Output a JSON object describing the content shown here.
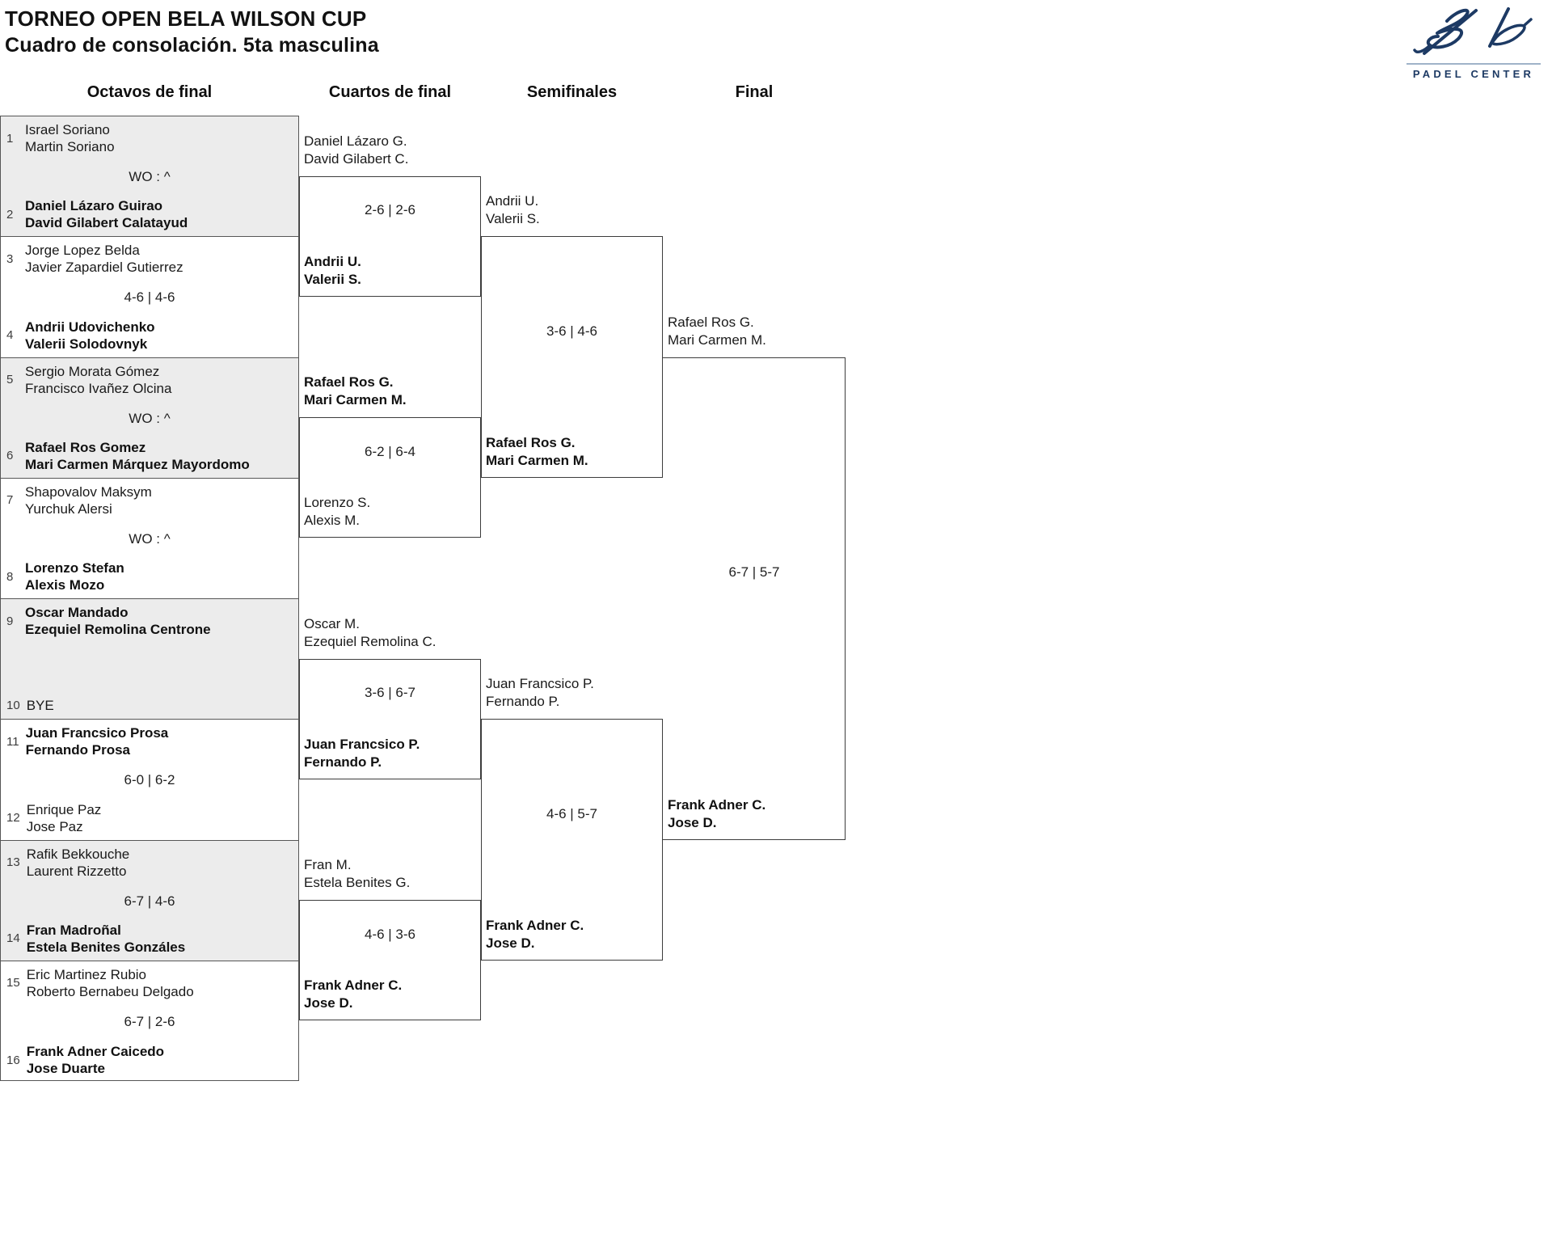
{
  "header": {
    "title": "TORNEO OPEN BELA WILSON CUP",
    "subtitle": "Cuadro de consolación. 5ta masculina",
    "logo_caption": "PADEL CENTER"
  },
  "columns": [
    "Octavos de final",
    "Cuartos de final",
    "Semifinales",
    "Final"
  ],
  "colors": {
    "logo_navy": "#1d3a64",
    "logo_underline": "#9fb3c8",
    "pair_shade": "#ececec"
  },
  "bracket": {
    "octavos": [
      {
        "top": {
          "seed": "1",
          "players": [
            "Israel Soriano",
            "Martin Soriano"
          ],
          "winner": false
        },
        "bottom": {
          "seed": "2",
          "players": [
            "Daniel Lázaro Guirao",
            "David Gilabert Calatayud"
          ],
          "winner": true
        },
        "score": "WO : ^"
      },
      {
        "top": {
          "seed": "3",
          "players": [
            "Jorge Lopez Belda",
            "Javier Zapardiel Gutierrez"
          ],
          "winner": false
        },
        "bottom": {
          "seed": "4",
          "players": [
            "Andrii Udovichenko",
            "Valerii Solodovnyk"
          ],
          "winner": true
        },
        "score": "4-6 | 4-6"
      },
      {
        "top": {
          "seed": "5",
          "players": [
            "Sergio Morata Gómez",
            "Francisco Ivañez Olcina"
          ],
          "winner": false
        },
        "bottom": {
          "seed": "6",
          "players": [
            "Rafael Ros Gomez",
            "Mari Carmen Márquez Mayordomo"
          ],
          "winner": true
        },
        "score": "WO : ^"
      },
      {
        "top": {
          "seed": "7",
          "players": [
            "Shapovalov Maksym",
            "Yurchuk Alersi"
          ],
          "winner": false
        },
        "bottom": {
          "seed": "8",
          "players": [
            "Lorenzo Stefan",
            "Alexis Mozo"
          ],
          "winner": true
        },
        "score": "WO : ^"
      },
      {
        "top": {
          "seed": "9",
          "players": [
            "Oscar Mandado",
            "Ezequiel Remolina Centrone"
          ],
          "winner": true
        },
        "bottom": {
          "seed": "10",
          "players": [
            "BYE"
          ],
          "winner": false
        },
        "score": ""
      },
      {
        "top": {
          "seed": "11",
          "players": [
            "Juan Francsico Prosa",
            "Fernando Prosa"
          ],
          "winner": true
        },
        "bottom": {
          "seed": "12",
          "players": [
            "Enrique Paz",
            "Jose Paz"
          ],
          "winner": false
        },
        "score": "6-0 | 6-2"
      },
      {
        "top": {
          "seed": "13",
          "players": [
            "Rafik Bekkouche",
            "Laurent Rizzetto"
          ],
          "winner": false
        },
        "bottom": {
          "seed": "14",
          "players": [
            "Fran Madroñal",
            "Estela Benites Gonzáles"
          ],
          "winner": true
        },
        "score": "6-7 | 4-6"
      },
      {
        "top": {
          "seed": "15",
          "players": [
            "Eric Martinez Rubio",
            "Roberto Bernabeu Delgado"
          ],
          "winner": false
        },
        "bottom": {
          "seed": "16",
          "players": [
            "Frank Adner Caicedo",
            "Jose Duarte"
          ],
          "winner": true
        },
        "score": "6-7 | 2-6"
      }
    ],
    "cuartos": [
      {
        "top": {
          "players": [
            "Daniel Lázaro G.",
            "David Gilabert C."
          ],
          "winner": false
        },
        "bottom": {
          "players": [
            "Andrii U.",
            "Valerii S."
          ],
          "winner": true
        },
        "score": "2-6 | 2-6"
      },
      {
        "top": {
          "players": [
            "Rafael Ros G.",
            "Mari Carmen M."
          ],
          "winner": true
        },
        "bottom": {
          "players": [
            "Lorenzo S.",
            "Alexis M."
          ],
          "winner": false
        },
        "score": "6-2 | 6-4"
      },
      {
        "top": {
          "players": [
            "Oscar M.",
            "Ezequiel Remolina C."
          ],
          "winner": false
        },
        "bottom": {
          "players": [
            "Juan Francsico P.",
            "Fernando P."
          ],
          "winner": true
        },
        "score": "3-6 | 6-7"
      },
      {
        "top": {
          "players": [
            "Fran M.",
            "Estela Benites G."
          ],
          "winner": false
        },
        "bottom": {
          "players": [
            "Frank Adner C.",
            "Jose D."
          ],
          "winner": true
        },
        "score": "4-6 | 3-6"
      }
    ],
    "semifinales": [
      {
        "top": {
          "players": [
            "Andrii U.",
            "Valerii S."
          ],
          "winner": false
        },
        "bottom": {
          "players": [
            "Rafael Ros G.",
            "Mari Carmen M."
          ],
          "winner": true
        },
        "score": "3-6 | 4-6"
      },
      {
        "top": {
          "players": [
            "Juan Francsico P.",
            "Fernando P."
          ],
          "winner": false
        },
        "bottom": {
          "players": [
            "Frank Adner C.",
            "Jose D."
          ],
          "winner": true
        },
        "score": "4-6 | 5-7"
      }
    ],
    "final": {
      "top": {
        "players": [
          "Rafael Ros G.",
          "Mari Carmen M."
        ],
        "winner": false
      },
      "bottom": {
        "players": [
          "Frank Adner C.",
          "Jose D."
        ],
        "winner": true
      },
      "score": "6-7 | 5-7"
    }
  }
}
